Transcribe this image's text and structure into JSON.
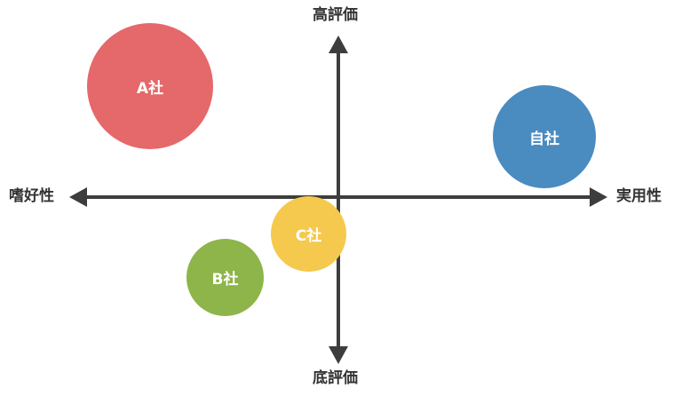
{
  "axes": {
    "top": "高評価",
    "bottom": "底評価",
    "left": "嗜好性",
    "right": "実用性"
  },
  "companies": [
    {
      "label": "A社",
      "color": "#e5686a"
    },
    {
      "label": "自社",
      "color": "#4a8bc0"
    },
    {
      "label": "C社",
      "color": "#f5c94d"
    },
    {
      "label": "B社",
      "color": "#8db54a"
    }
  ],
  "colors": {
    "axis": "#3d3d3d"
  }
}
